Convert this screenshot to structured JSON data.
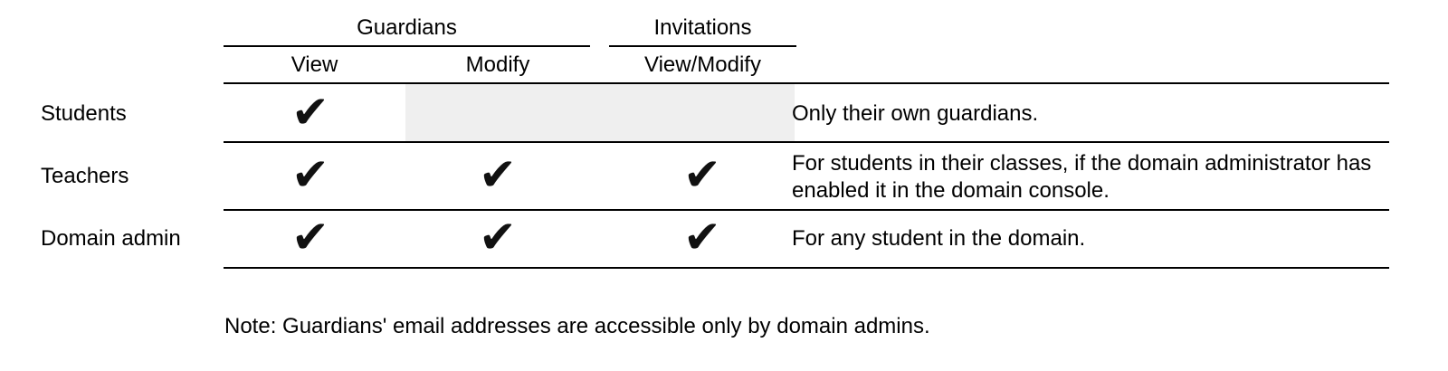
{
  "table": {
    "column_groups": [
      {
        "label": "Guardians"
      },
      {
        "label": "Invitations"
      }
    ],
    "columns": [
      {
        "label": "View"
      },
      {
        "label": "Modify"
      },
      {
        "label": "View/Modify"
      }
    ],
    "check_icon": "✔",
    "rows": [
      {
        "label": "Students",
        "checks": {
          "view": "✔",
          "modify": "",
          "view_modify": ""
        },
        "note": "Only their own guardians."
      },
      {
        "label": "Teachers",
        "checks": {
          "view": "✔",
          "modify": "✔",
          "view_modify": "✔"
        },
        "note": "For students in their classes, if the domain administrator has enabled it in the domain console."
      },
      {
        "label": "Domain admin",
        "checks": {
          "view": "✔",
          "modify": "✔",
          "view_modify": "✔"
        },
        "note": "For any student in the domain."
      }
    ]
  },
  "footnote": "Note: Guardians' email addresses are accessible only by domain admins.",
  "colors": {
    "text": "#000000",
    "rule": "#000000",
    "disabled_cell": "#efefef",
    "background": "#ffffff"
  }
}
